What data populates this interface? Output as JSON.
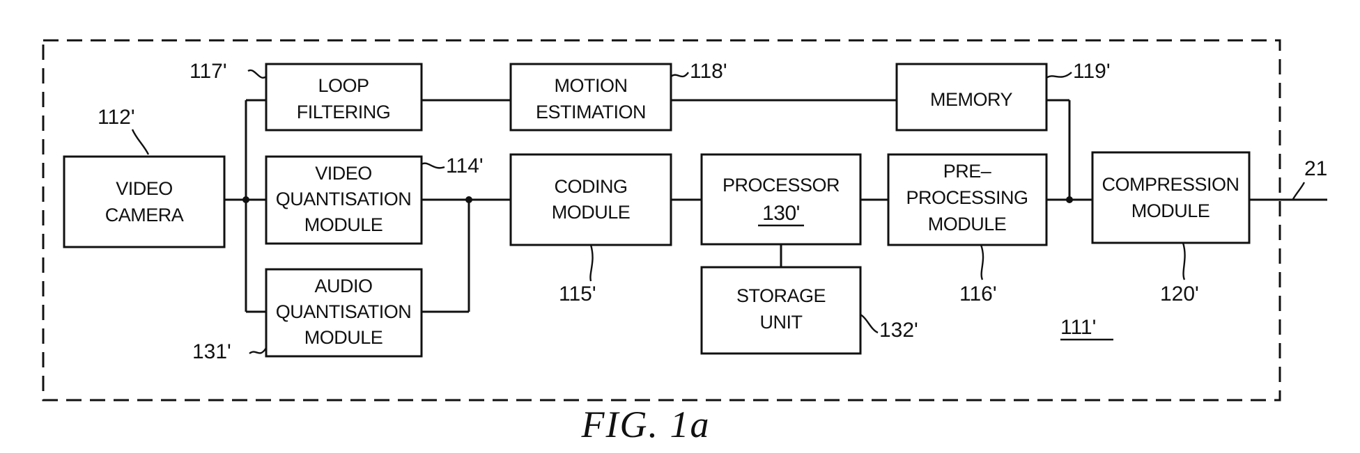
{
  "figure_caption": "FIG. 1a",
  "system_reference": "111'",
  "output_reference": "21",
  "blocks": {
    "video_camera": {
      "lines": [
        "VIDEO",
        "CAMERA"
      ],
      "ref": "112'"
    },
    "loop_filtering": {
      "lines": [
        "LOOP",
        "FILTERING"
      ],
      "ref": "117'"
    },
    "video_quantisation": {
      "lines": [
        "VIDEO",
        "QUANTISATION",
        "MODULE"
      ],
      "ref": "114'"
    },
    "audio_quantisation": {
      "lines": [
        "AUDIO",
        "QUANTISATION",
        "MODULE"
      ],
      "ref": "131'"
    },
    "motion_estimation": {
      "lines": [
        "MOTION",
        "ESTIMATION"
      ],
      "ref": "118'"
    },
    "coding_module": {
      "lines": [
        "CODING",
        "MODULE"
      ],
      "ref": "115'"
    },
    "processor": {
      "lines": [
        "PROCESSOR",
        "130'"
      ],
      "ref": ""
    },
    "storage_unit": {
      "lines": [
        "STORAGE",
        "UNIT"
      ],
      "ref": "132'"
    },
    "memory": {
      "lines": [
        "MEMORY"
      ],
      "ref": "119'"
    },
    "pre_processing": {
      "lines": [
        "PRE–",
        "PROCESSING",
        "MODULE"
      ],
      "ref": "116'"
    },
    "compression": {
      "lines": [
        "COMPRESSION",
        "MODULE"
      ],
      "ref": "120'"
    }
  },
  "colors": {
    "ink": "#111111",
    "background": "#ffffff"
  }
}
